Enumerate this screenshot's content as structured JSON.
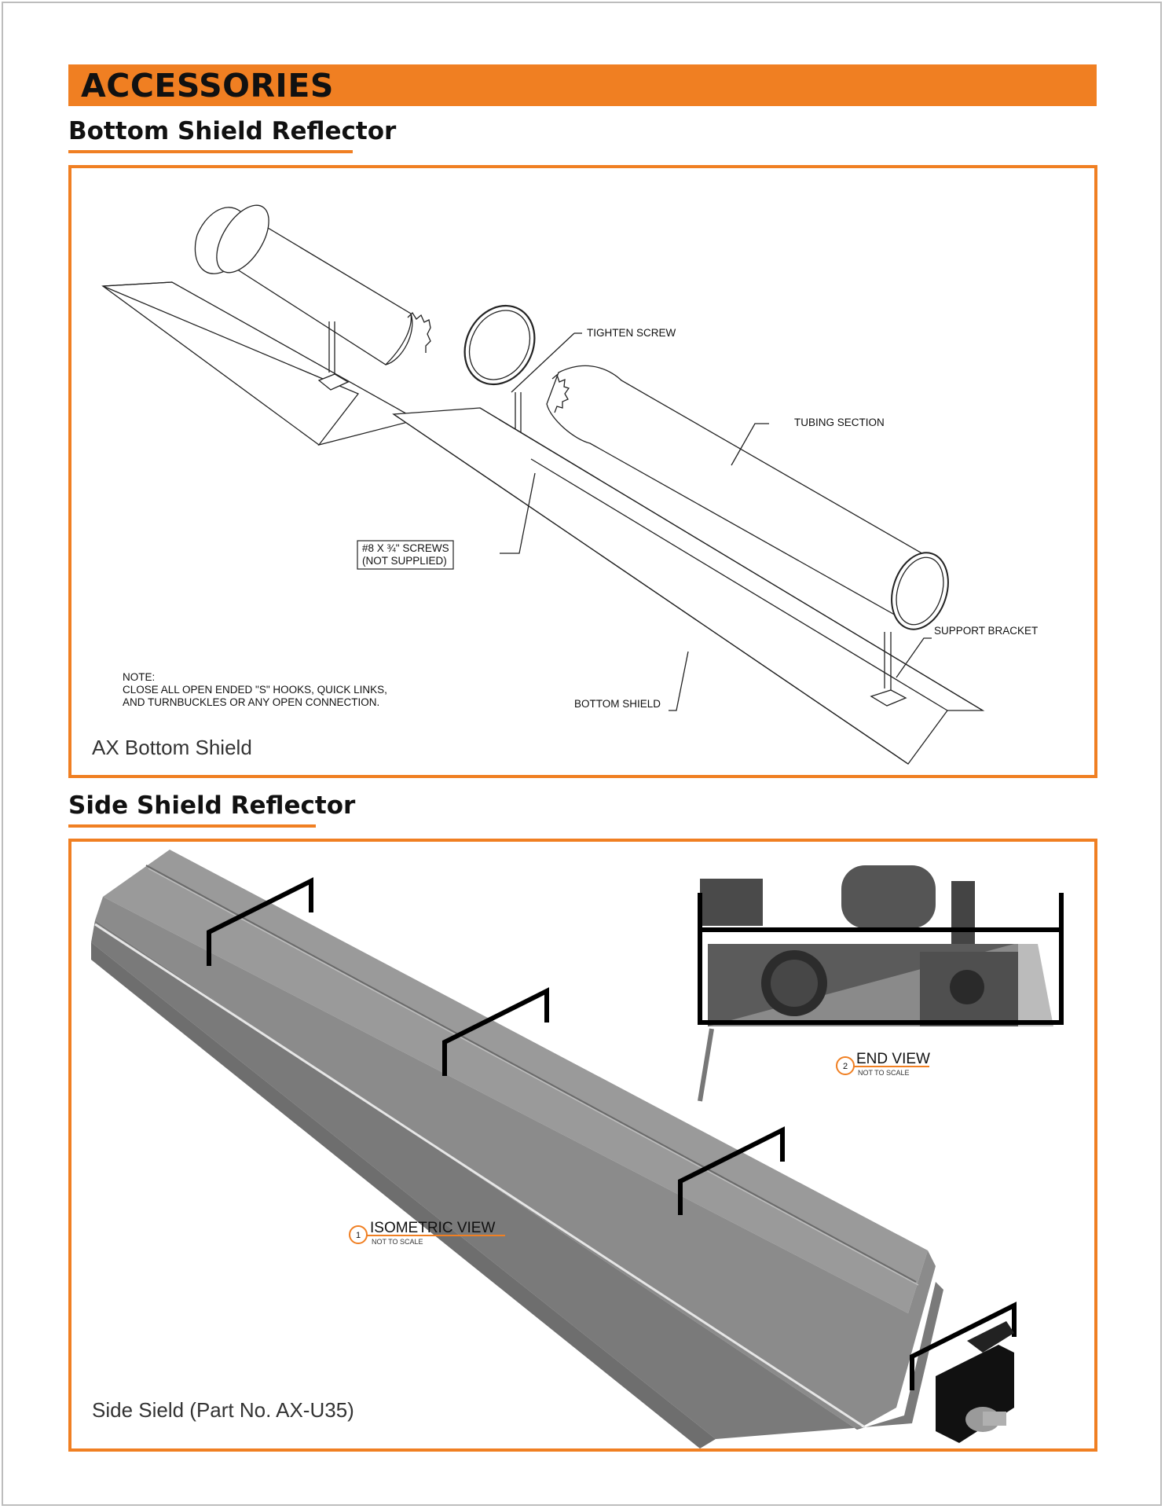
{
  "header": {
    "title": "ACCESSORIES"
  },
  "bottom_shield": {
    "heading": "Bottom Shield Reflector",
    "callouts": {
      "tighten_screw": "TIGHTEN SCREW",
      "tubing_section": "TUBING SECTION",
      "screws_line1": "#8 X ¾\" SCREWS",
      "screws_line2": "(NOT SUPPLIED)",
      "support_bracket": "SUPPORT BRACKET",
      "bottom_shield": "BOTTOM SHIELD"
    },
    "note": {
      "title": "NOTE:",
      "line1": "CLOSE ALL OPEN ENDED \"S\" HOOKS, QUICK LINKS,",
      "line2": "AND TURNBUCKLES OR ANY OPEN CONNECTION."
    },
    "caption": "AX Bottom Shield"
  },
  "side_shield": {
    "heading": "Side Shield Reflector",
    "end_view": {
      "number": "2",
      "title": "END VIEW",
      "subtitle": "NOT TO SCALE"
    },
    "iso_view": {
      "number": "1",
      "title": "ISOMETRIC VIEW",
      "subtitle": "NOT TO SCALE"
    },
    "caption": "Side Sield (Part No. AX-U35)"
  },
  "colors": {
    "accent": "#f07f22",
    "shield_gray": "#8f8f8f"
  }
}
